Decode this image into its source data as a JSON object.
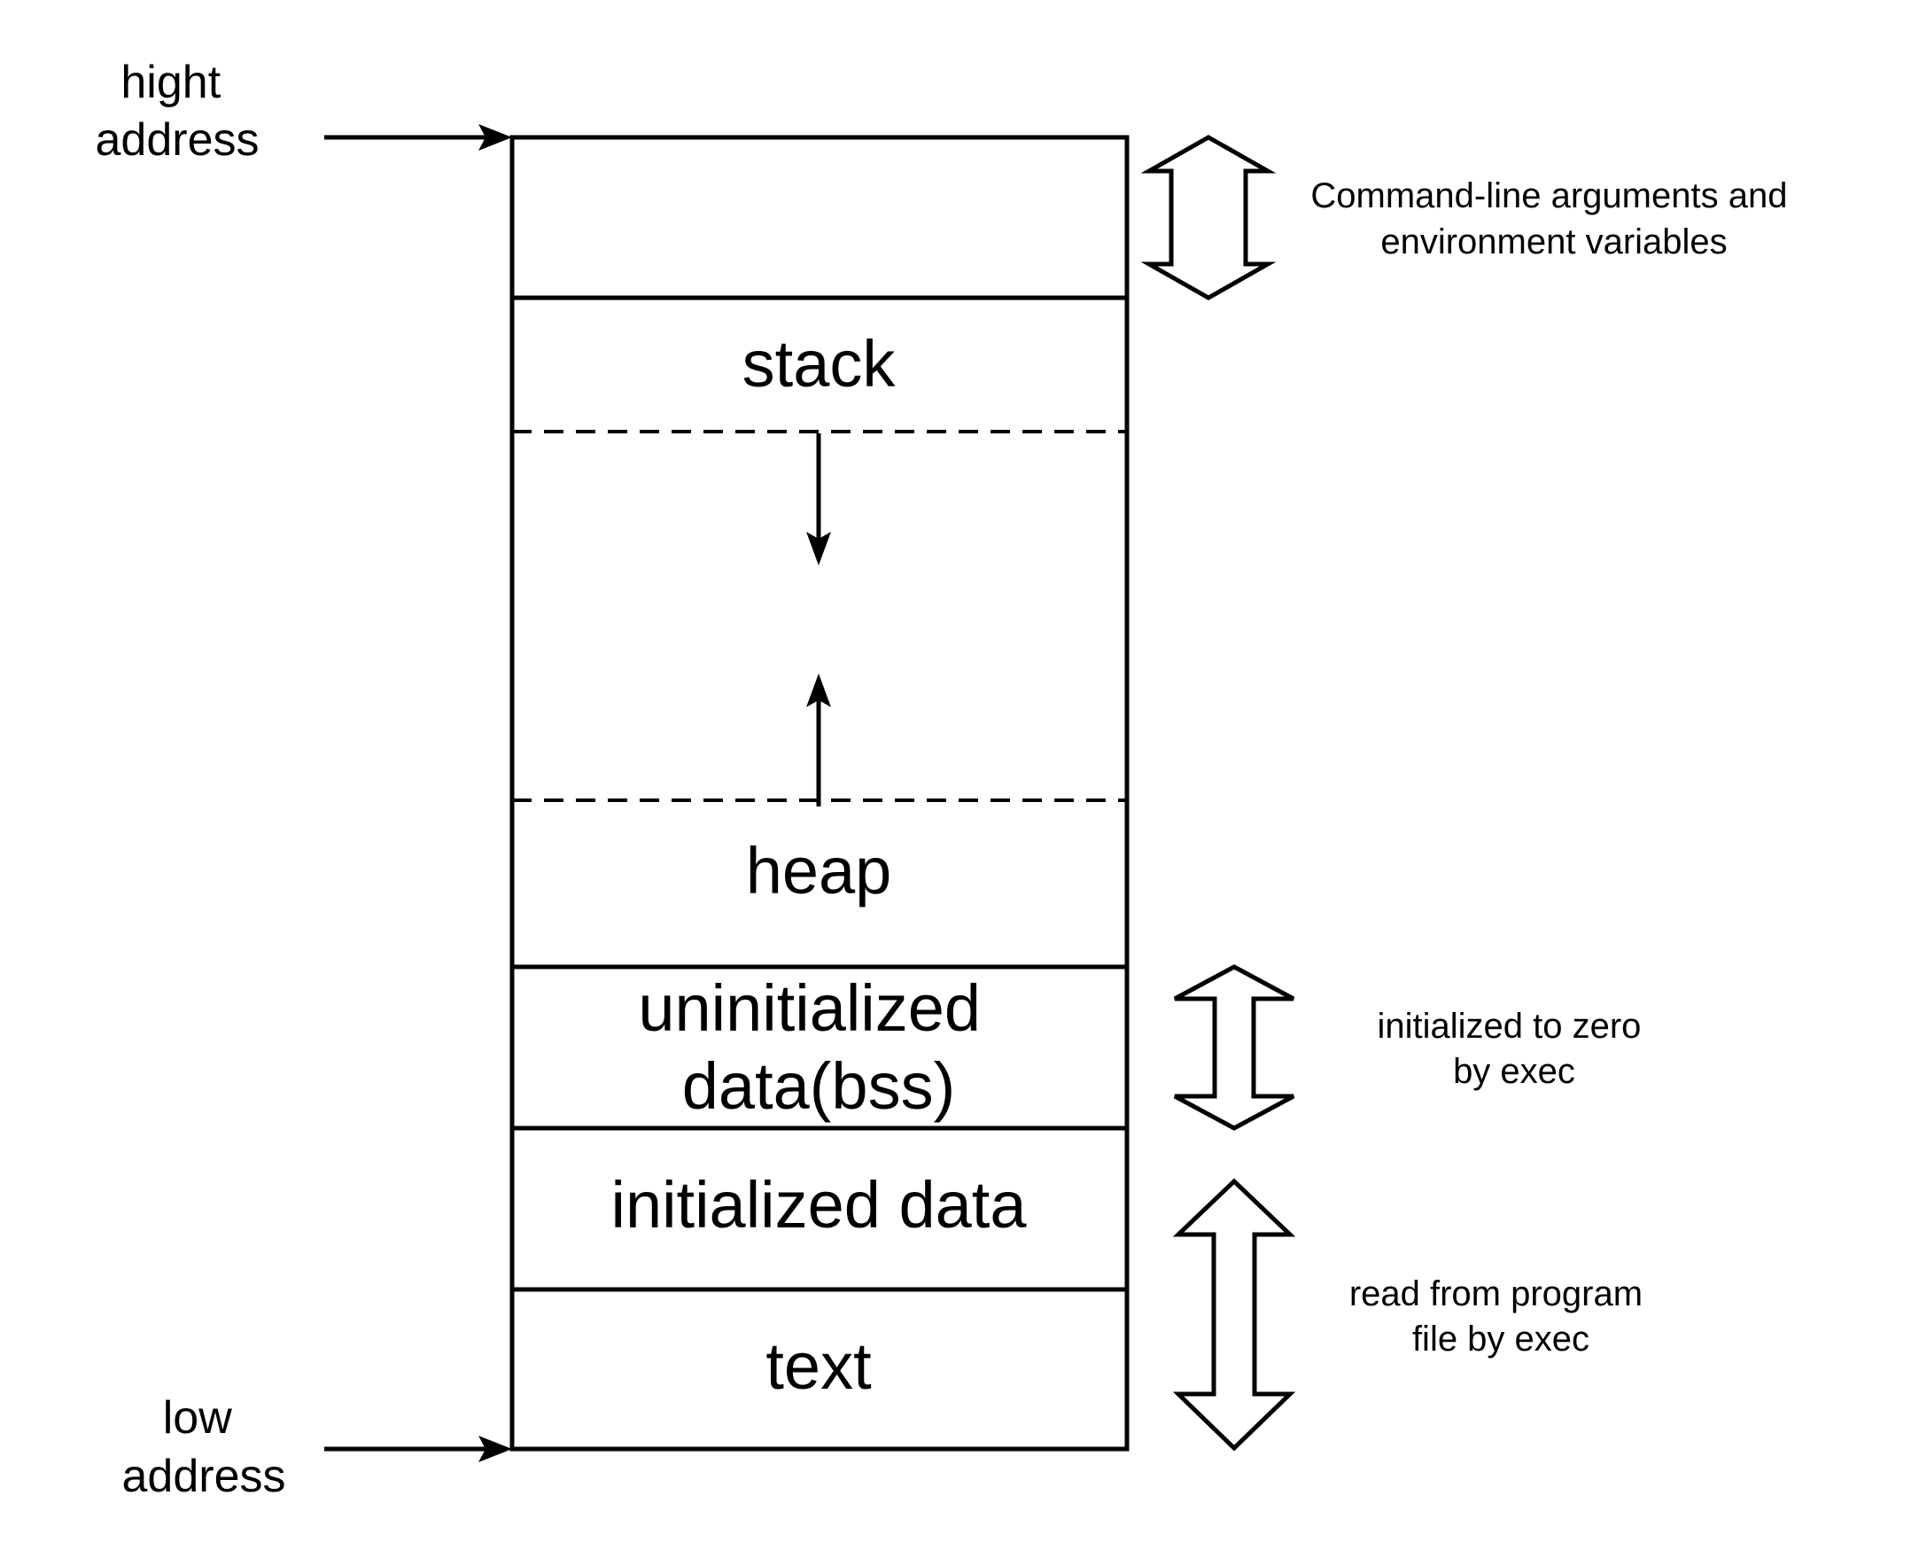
{
  "diagram": {
    "high_address": [
      "hight",
      "address"
    ],
    "low_address": [
      "low",
      "address"
    ],
    "segments": {
      "stack": "stack",
      "heap": "heap",
      "bss": [
        "uninitialized",
        "data(bss)"
      ],
      "initialized": "initialized data",
      "text": "text"
    },
    "annotations": {
      "args_env": [
        "Command-line arguments and",
        "environment variables"
      ],
      "zero_init": [
        "initialized to zero",
        "by exec"
      ],
      "read_from_file": [
        "read from program",
        "file by exec"
      ]
    }
  }
}
